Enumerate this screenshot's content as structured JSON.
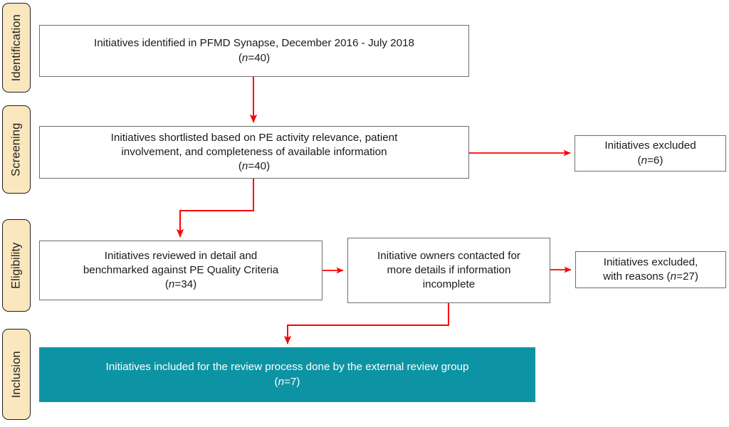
{
  "diagram": {
    "type": "prisma-flow-diagram",
    "accent_color": "#0D94A4",
    "arrow_color": "#FF0000",
    "stage_chip_color": "#FAE7BE",
    "box_border_color": "#6F6F6F"
  },
  "stages": [
    {
      "id": "identification",
      "label": "Identification"
    },
    {
      "id": "screening",
      "label": "Screening"
    },
    {
      "id": "eligibility",
      "label": "Eligibility"
    },
    {
      "id": "inclusion",
      "label": "Inclusion"
    }
  ],
  "boxes": {
    "identified": {
      "line1": "Initiatives identified in PFMD Synapse, December 2016 - July 2018",
      "count_prefix": "(",
      "count_var": "n",
      "count_value": "=40)"
    },
    "shortlisted": {
      "line1": "Initiatives shortlisted based on PE activity relevance, patient",
      "line2": "involvement, and completeness of available information",
      "count_prefix": "(",
      "count_var": "n",
      "count_value": "=40)"
    },
    "excluded_screening": {
      "line1": "Initiatives excluded",
      "count_prefix": "(",
      "count_var": "n",
      "count_value": "=6)"
    },
    "reviewed": {
      "line1": "Initiatives reviewed in detail and",
      "line2": "benchmarked against PE Quality Criteria",
      "count_prefix": "(",
      "count_var": "n",
      "count_value": "=34)"
    },
    "contacted": {
      "line1": "Initiative owners contacted for",
      "line2": "more details if information",
      "line3": "incomplete"
    },
    "excluded_reasons": {
      "line1": "Initiatives excluded,",
      "line2_prefix": "with reasons (",
      "line2_var": "n",
      "line2_suffix": "=27)"
    },
    "included": {
      "line1": "Initiatives included for the review process done by the external review group",
      "count_prefix": "(",
      "count_var": "n",
      "count_value": "=7)"
    }
  }
}
